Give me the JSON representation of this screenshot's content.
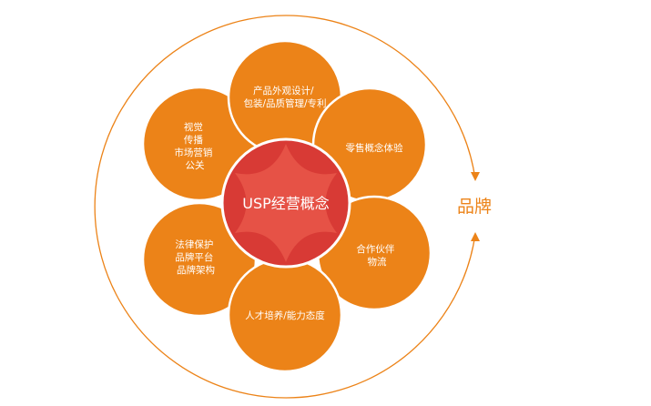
{
  "center": {
    "label": "USP经营概念",
    "color": "#d83a35"
  },
  "brand": {
    "label": "品牌",
    "color": "#ec8318"
  },
  "petal_color": "#ec8318",
  "petals": [
    {
      "id": "design",
      "lines": [
        "产品外观设计/",
        "包装/品质管理/专利"
      ]
    },
    {
      "id": "retail",
      "lines": [
        "零售概念体验"
      ]
    },
    {
      "id": "partner",
      "lines": [
        "合作伙伴",
        "物流"
      ]
    },
    {
      "id": "talent",
      "lines": [
        "人才培养/能力态度"
      ]
    },
    {
      "id": "legal",
      "lines": [
        "法律保护",
        "品牌平台",
        "品牌架构"
      ]
    },
    {
      "id": "visual",
      "lines": [
        "视觉",
        "传播",
        "市场营销",
        "公关"
      ]
    }
  ]
}
